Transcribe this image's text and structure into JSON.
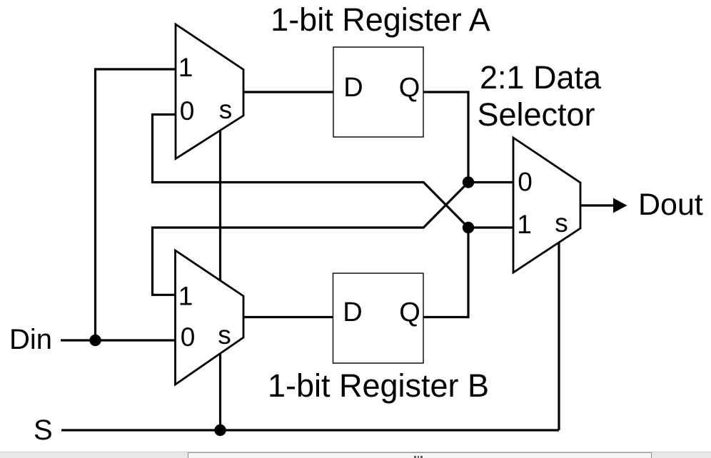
{
  "figure": {
    "registers": {
      "a": {
        "title": "1-bit Register A",
        "d_label": "D",
        "q_label": "Q"
      },
      "b": {
        "title": "1-bit Register B",
        "d_label": "D",
        "q_label": "Q"
      }
    },
    "mux_top": {
      "input1": "1",
      "input0": "0",
      "select": "s"
    },
    "mux_bottom": {
      "input1": "1",
      "input0": "0",
      "select": "s"
    },
    "data_selector": {
      "title_line1": "2:1 Data",
      "title_line2": "Selector",
      "input0": "0",
      "input1": "1",
      "select": "s"
    },
    "signals": {
      "din": "Din",
      "select": "S",
      "dout": "Dout"
    },
    "colors": {
      "line": "#000000",
      "background": "#ffffff"
    }
  },
  "scrollbar": {
    "orientation": "horizontal",
    "track_color": "#e8e8e8",
    "thumb_color": "#f5f5f5",
    "thumb_border_color": "#8f8f8f"
  }
}
